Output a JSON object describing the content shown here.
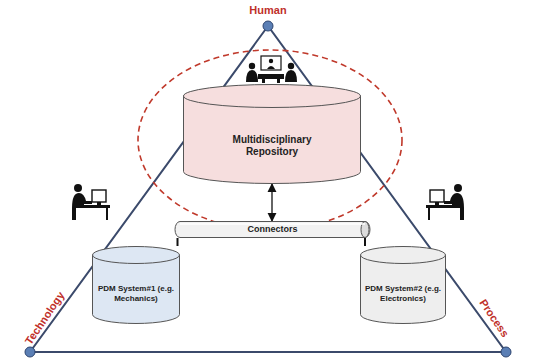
{
  "diagram": {
    "nodes": [
      {
        "text": [
          "Multidisciplinary Repository"
        ]
      },
      {
        "text": [
          "Connectors"
        ]
      },
      {
        "text": [
          "PDM System#1 (e.g. Mechanics)"
        ]
      },
      {
        "text": [
          "PDM System#2 (e.g. Electronics)"
        ]
      }
    ],
    "edges": [
      {
        "from": 0,
        "to": 1,
        "arrow": "both"
      },
      {
        "from": 1,
        "to": 2,
        "arrow": "none"
      },
      {
        "from": 1,
        "to": 3,
        "arrow": "none"
      }
    ],
    "labels": [
      "Human",
      "Technology",
      "Process"
    ]
  }
}
